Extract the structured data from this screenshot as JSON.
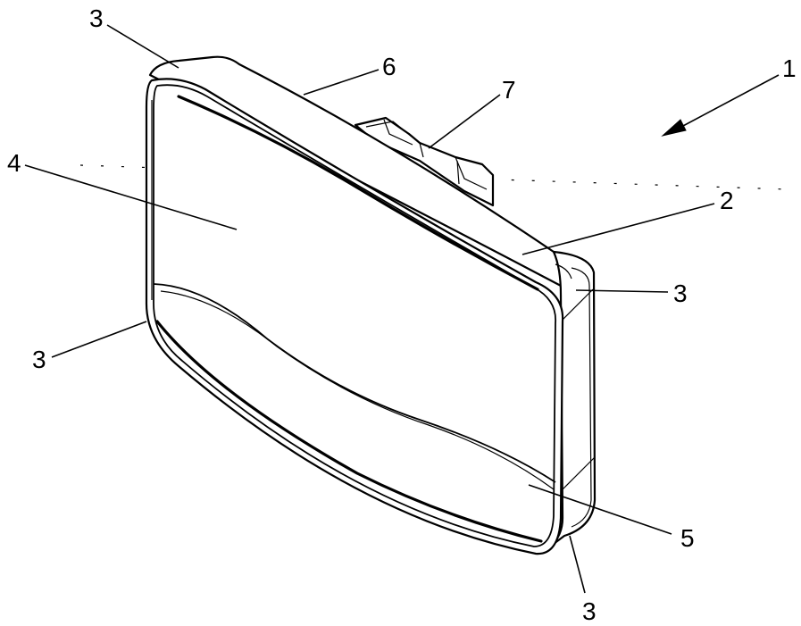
{
  "labels": {
    "assembly": "1",
    "housing": "2",
    "corner_top_left": "3",
    "corner_right": "3",
    "corner_bottom_left": "3",
    "corner_bottom_right": "3",
    "front_face": "4",
    "lower_face": "5",
    "top_edge": "6",
    "clip": "7"
  }
}
